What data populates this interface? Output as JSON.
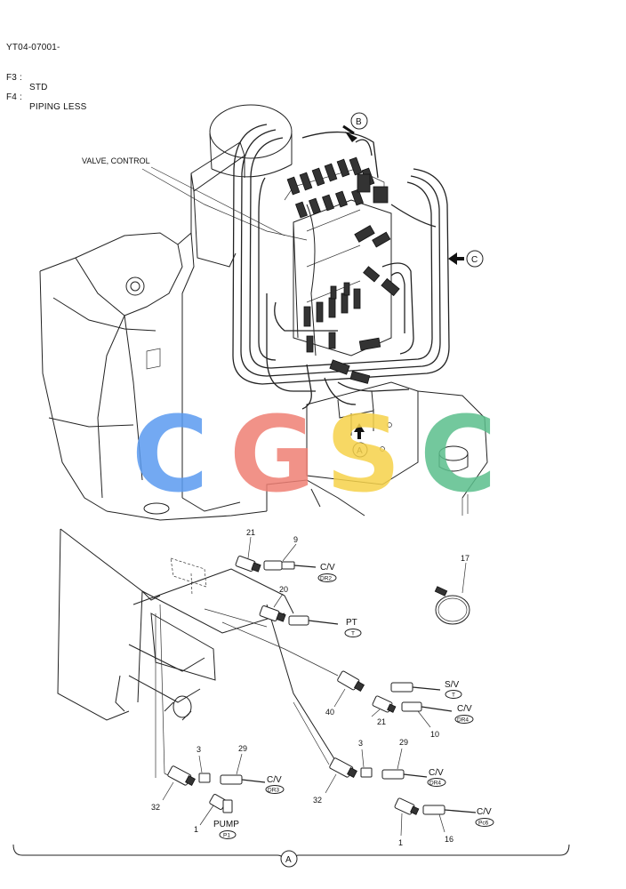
{
  "header": {
    "code": "YT04-07001-",
    "f3_key": "F3 :",
    "f3_val": "STD",
    "f4_key": "F4 :",
    "f4_val": "PIPING LESS"
  },
  "upper": {
    "title": "VALVE, CONTROL",
    "view_b": "B",
    "view_c": "C",
    "view_a": "A"
  },
  "watermark": {
    "letters": [
      "C",
      "G",
      "S",
      "C"
    ],
    "colors": [
      "#5b9bf0",
      "#ef7f74",
      "#f6d24a",
      "#5bbf8c"
    ]
  },
  "callouts": {
    "c21a": "21",
    "c9": "9",
    "c20": "20",
    "c17": "17",
    "c40": "40",
    "c21b": "21",
    "c10": "10",
    "c3a": "3",
    "c29a": "29",
    "c32a": "32",
    "c1a": "1",
    "c3b": "3",
    "c29b": "29",
    "c32b": "32",
    "c1b": "1",
    "c16": "16"
  },
  "destinations": {
    "cv1": "C/V",
    "cv1_tag": "DR2",
    "pt": "PT",
    "pt_tag": "T",
    "sv": "S/V",
    "sv_tag": "T",
    "cv2": "C/V",
    "cv2_tag": "DR4",
    "cv3": "C/V",
    "cv3_tag": "DR3",
    "pump": "PUMP",
    "pump_tag": "P1",
    "cv4": "C/V",
    "cv4_tag": "DR4",
    "cv5": "C/V",
    "cv5_tag": "Pc6"
  },
  "footer": {
    "view_a": "A"
  }
}
